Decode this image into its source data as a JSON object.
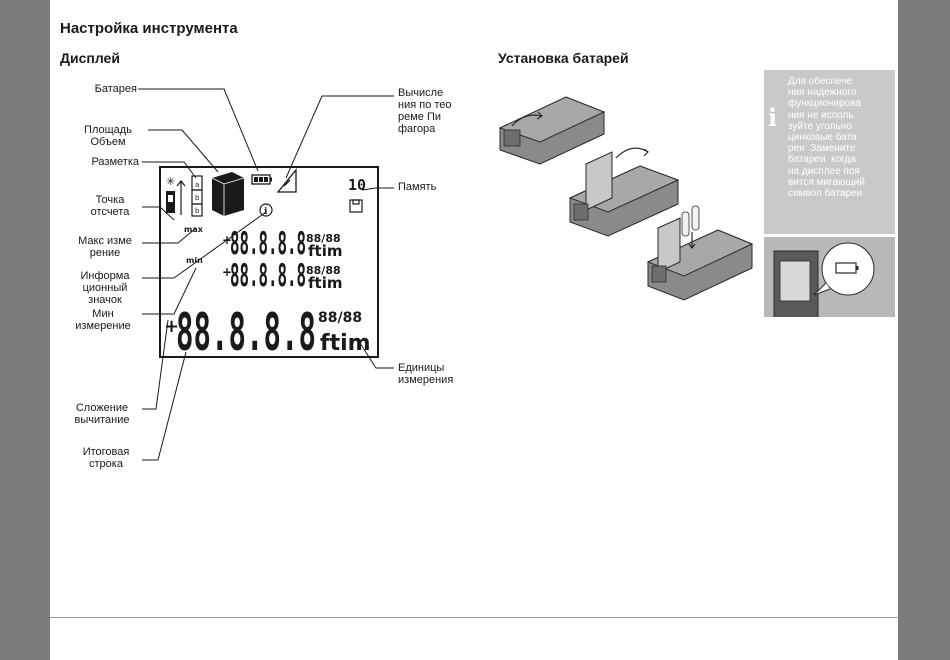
{
  "page": {
    "title": "Настройка инструмента",
    "sections": {
      "display": "Дисплей",
      "batteries": "Установка батарей"
    }
  },
  "display_labels": {
    "battery": "Батарея",
    "area_volume": "Площадь\nОбъем",
    "stakeout": "Разметка",
    "reference": "Точка\nотсчета",
    "max": "Макс изме\nрение",
    "info": "Информа\nционный\nзначок",
    "min": "Мин\nизмерение",
    "add_sub": "Сложение\nвычитание",
    "summary": "Итоговая\nстрока",
    "pythagoras": "Вычисле\nния по тео\nреме Пи\nфагора",
    "memory": "Память",
    "units": "Единицы\nизмерения"
  },
  "lcd": {
    "row_digits": "88.8.8.8",
    "main_digits": "88.8.8.8",
    "unit": "ftim",
    "fraction": "88/88",
    "memory_digits": "10",
    "max_label": "max",
    "min_label": "min",
    "sign": "+"
  },
  "battery_note": {
    "text": "Для обеспече\nния надежного\nфункционирова\nния не исполь\nзуйте угольно\nцинковые бата\nреи  Замените\nбатареи  когда\nна дисплее поя\nвится мигающий\nсимвол батареи",
    "icon": "info-icon"
  },
  "colors": {
    "side_band": "#7c7c7e",
    "note_bg": "#c9c9cb"
  }
}
